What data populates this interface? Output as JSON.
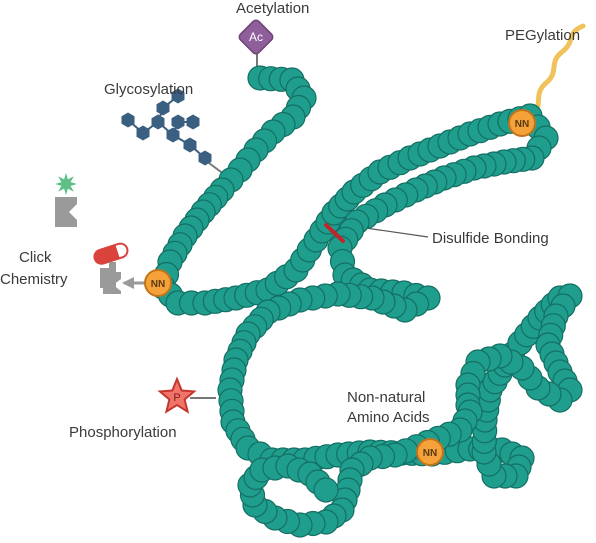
{
  "labels": {
    "acetylation": "Acetylation",
    "glycosylation": "Glycosylation",
    "pegylation": "PEGylation",
    "click_line1": "Click",
    "click_line2": "Chemistry",
    "disulfide": "Disulfide Bonding",
    "phosphorylation": "Phosphorylation",
    "nonnatural_line1": "Non-natural",
    "nonnatural_line2": "Amino Acids"
  },
  "badges": {
    "acetyl": "Ac",
    "phospho": "P",
    "nn": "NN"
  },
  "colors": {
    "bead_fill": "#1f9e8e",
    "bead_stroke": "#146f63",
    "nn_fill": "#f5a23a",
    "nn_stroke": "#c2741a",
    "acetyl_fill": "#8f5f9b",
    "glycan_fill": "#3b5f80",
    "peg": "#f1c15b",
    "disulfide": "#c0262a",
    "phospho_fill": "#f07468",
    "phospho_stroke": "#c5362d",
    "click_gray": "#9a9a9a",
    "click_star": "#5cbf86",
    "pill_red": "#d9433b",
    "leader": "#555555"
  },
  "icons": {
    "acetyl": "diamond-ac-icon",
    "glycan": "hexagon-cluster-icon",
    "peg": "wavy-line-icon",
    "click_top": "star-socket-icon",
    "click_bottom": "pill-socket-icon",
    "phospho": "star-p-icon"
  }
}
